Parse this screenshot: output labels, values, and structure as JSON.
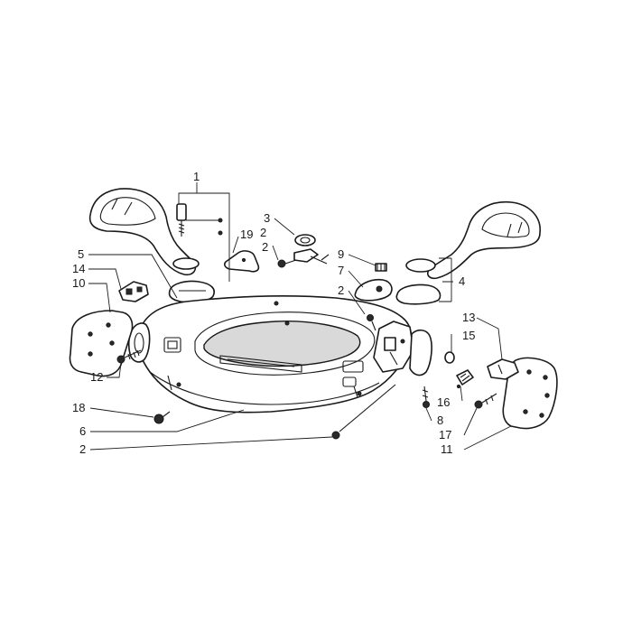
{
  "diagram": {
    "callouts": [
      "1",
      "2",
      "2",
      "2",
      "2",
      "3",
      "4",
      "5",
      "6",
      "7",
      "8",
      "9",
      "10",
      "11",
      "12",
      "13",
      "14",
      "15",
      "16",
      "17",
      "18",
      "19"
    ]
  },
  "colors": {
    "line": "#1a1a1a",
    "background": "#ffffff",
    "shading": "#d9d9d9"
  }
}
